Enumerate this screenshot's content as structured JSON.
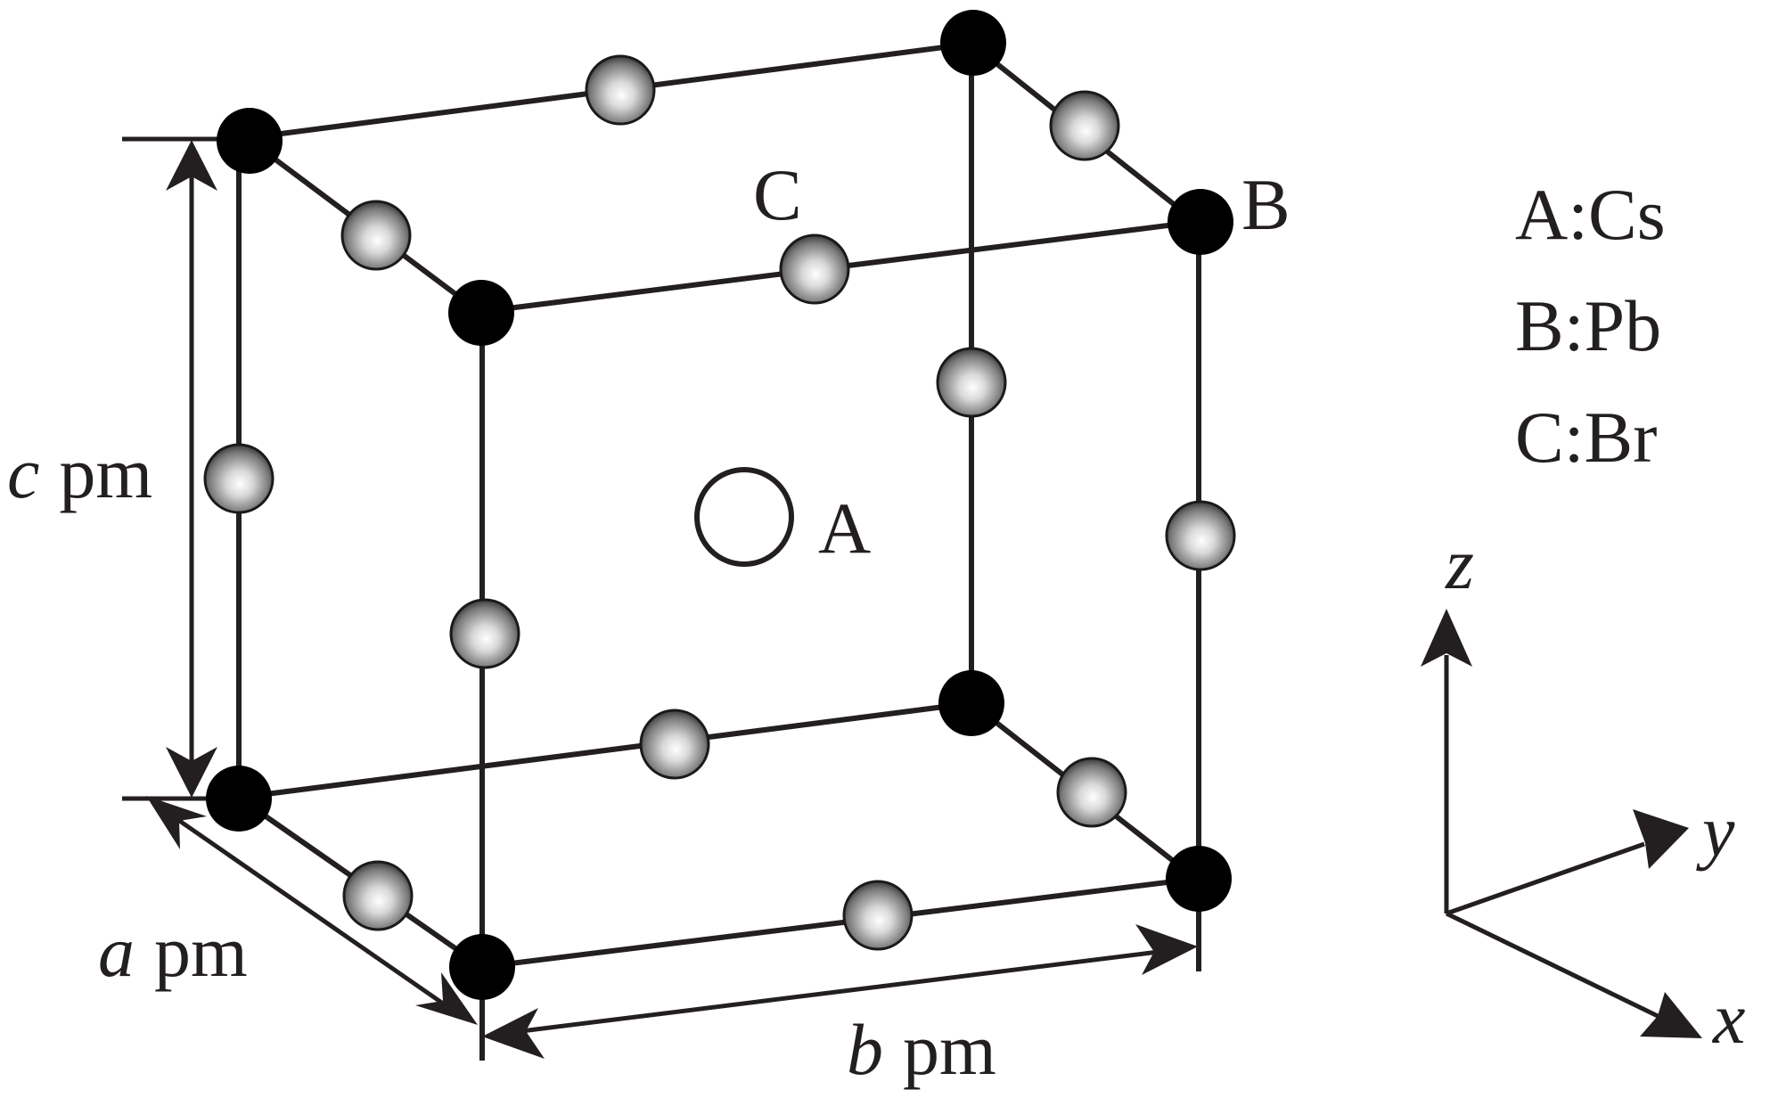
{
  "cell": {
    "dim_labels": {
      "c_var": "c",
      "c_unit": "pm",
      "a_var": "a",
      "a_unit": "pm",
      "b_var": "b",
      "b_unit": "pm"
    },
    "site_labels": {
      "A": "A",
      "B": "B",
      "C": "C"
    }
  },
  "legend": {
    "entries": [
      "A:Cs",
      "B:Pb",
      "C:Br"
    ]
  },
  "axes": {
    "z": "z",
    "y": "y",
    "x": "x"
  },
  "colors": {
    "line": "#231f20",
    "pb_atom": "#000000",
    "br_atom_light": "#ffffff",
    "br_atom_dark": "#5a5a5a"
  }
}
